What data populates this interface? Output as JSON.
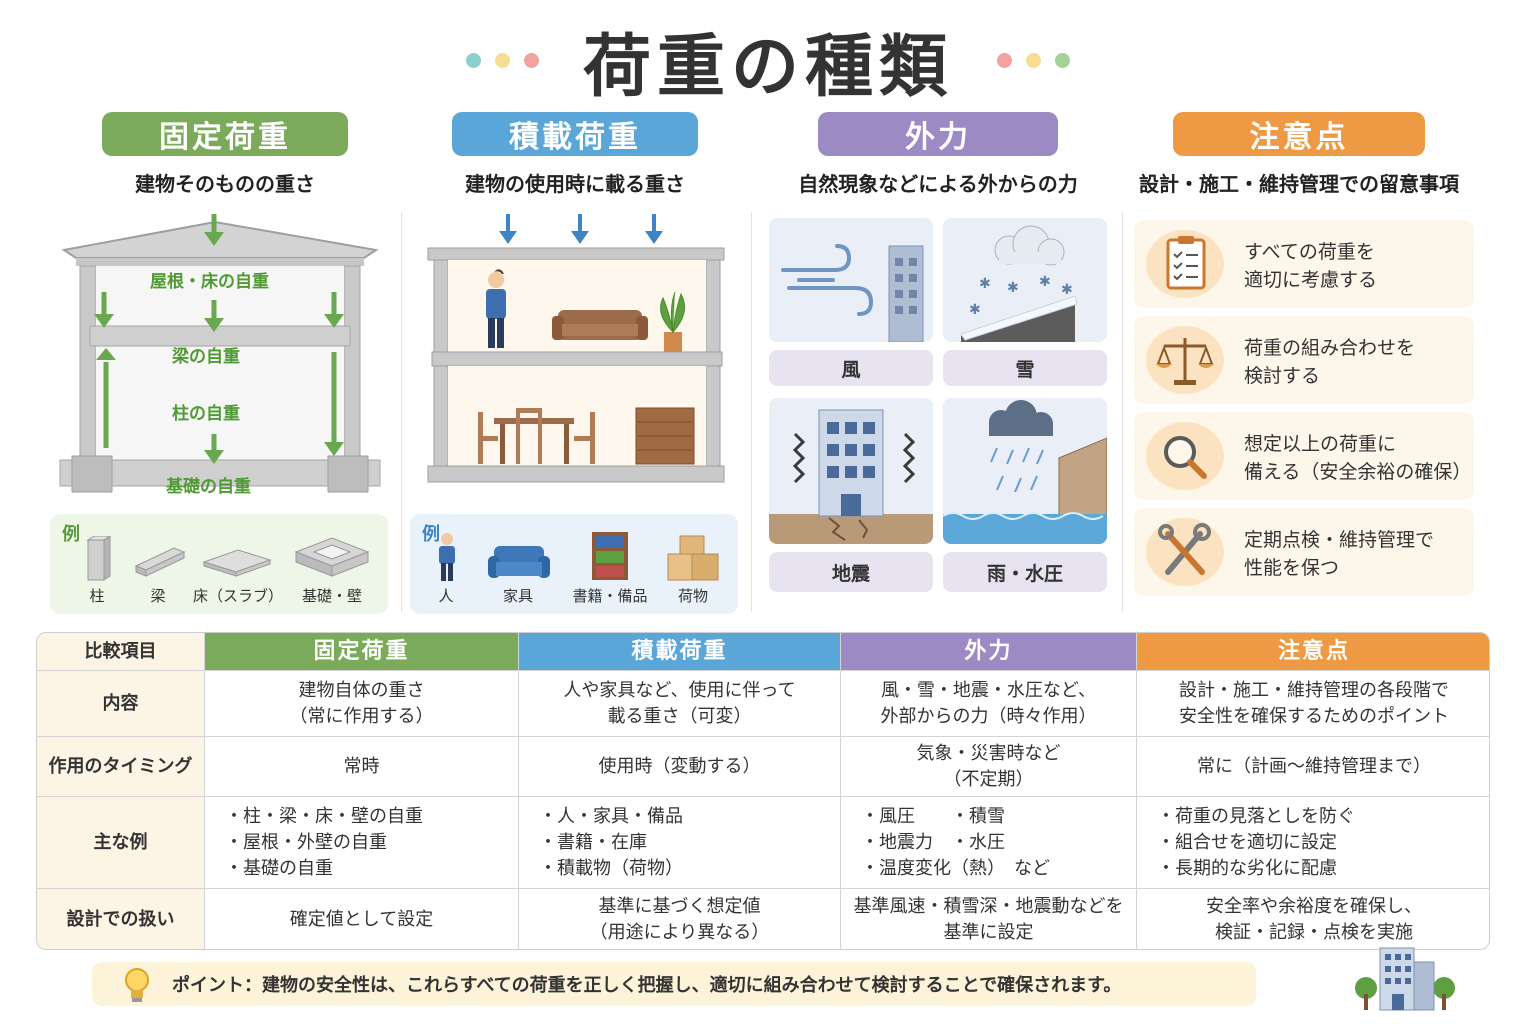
{
  "title": "荷重の種類",
  "colors": {
    "fixed": "#7bab5a",
    "live": "#5aa6d8",
    "external": "#9b8ac4",
    "caution": "#ee9a45",
    "dots_left": [
      "#8ccfd0",
      "#f7dd92",
      "#f2a3a0"
    ],
    "dots_right": [
      "#f2a3a0",
      "#f7dd92",
      "#a3d196"
    ]
  },
  "columns": {
    "fixed": {
      "label": "固定荷重",
      "subtitle": "建物そのものの重さ",
      "labels": [
        "屋根・床の自重",
        "梁の自重",
        "柱の自重",
        "基礎の自重"
      ],
      "example_label": "例",
      "examples": [
        "柱",
        "梁",
        "床（スラブ）",
        "基礎・壁"
      ]
    },
    "live": {
      "label": "積載荷重",
      "subtitle": "建物の使用時に載る重さ",
      "example_label": "例",
      "examples": [
        "人",
        "家具",
        "書籍・備品",
        "荷物"
      ]
    },
    "external": {
      "label": "外力",
      "subtitle": "自然現象などによる外からの力",
      "tiles": [
        "風",
        "雪",
        "地震",
        "雨・水圧"
      ]
    },
    "caution": {
      "label": "注意点",
      "subtitle": "設計・施工・維持管理での留意事項",
      "items": [
        {
          "icon": "checklist-icon",
          "lines": [
            "すべての荷重を",
            "適切に考慮する"
          ]
        },
        {
          "icon": "balance-scale-icon",
          "lines": [
            "荷重の組み合わせを",
            "検討する"
          ]
        },
        {
          "icon": "magnifier-icon",
          "lines": [
            "想定以上の荷重に",
            "備える（安全余裕の確保）"
          ]
        },
        {
          "icon": "tools-icon",
          "lines": [
            "定期点検・維持管理で",
            "性能を保つ"
          ]
        }
      ]
    }
  },
  "table": {
    "header": [
      "比較項目",
      "固定荷重",
      "積載荷重",
      "外力",
      "注意点"
    ],
    "rows": [
      {
        "head": "内容",
        "cells": [
          [
            "建物自体の重さ",
            "（常に作用する）"
          ],
          [
            "人や家具など、使用に伴って",
            "載る重さ（可変）"
          ],
          [
            "風・雪・地震・水圧など、",
            "外部からの力（時々作用）"
          ],
          [
            "設計・施工・維持管理の各段階で",
            "安全性を確保するためのポイント"
          ]
        ]
      },
      {
        "head": "作用のタイミング",
        "cells": [
          [
            "常時"
          ],
          [
            "使用時（変動する）"
          ],
          [
            "気象・災害時など",
            "（不定期）"
          ],
          [
            "常に（計画〜維持管理まで）"
          ]
        ]
      },
      {
        "head": "主な例",
        "cells": [
          [
            "・柱・梁・床・壁の自重",
            "・屋根・外壁の自重",
            "・基礎の自重"
          ],
          [
            "・人・家具・備品",
            "・書籍・在庫",
            "・積載物（荷物）"
          ],
          [
            "・風圧　　・積雪",
            "・地震力　・水圧",
            "・温度変化（熱）　など"
          ],
          [
            "・荷重の見落としを防ぐ",
            "・組合せを適切に設定",
            "・長期的な劣化に配慮"
          ]
        ]
      },
      {
        "head": "設計での扱い",
        "cells": [
          [
            "確定値として設定"
          ],
          [
            "基準に基づく想定値",
            "（用途により異なる）"
          ],
          [
            "基準風速・積雪深・地震動などを",
            "基準に設定"
          ],
          [
            "安全率や余裕度を確保し、",
            "検証・記録・点検を実施"
          ]
        ]
      }
    ]
  },
  "point": "ポイント：建物の安全性は、これらすべての荷重を正しく把握し、適切に組み合わせて検討することで確保されます。"
}
